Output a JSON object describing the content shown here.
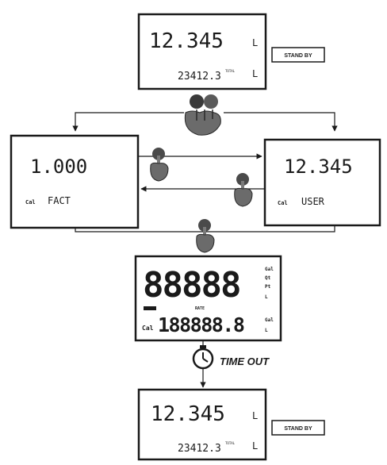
{
  "standby_top": {
    "main_value": "12.345",
    "main_unit": "L",
    "total_value": "23412.3",
    "total_marker": "TOTAL",
    "total_unit": "L",
    "badge": "STAND BY"
  },
  "fact_panel": {
    "value": "1.000",
    "cal_label": "Cal",
    "mode_label": "FACT"
  },
  "user_panel": {
    "value": "12.345",
    "cal_label": "Cal",
    "mode_label": "USER"
  },
  "segment_test": {
    "main_digits": "88888",
    "cal_label": "Cal",
    "small_digits": "188888.8",
    "center_marker": "RATE",
    "right_marks": [
      "Gal",
      "Qt",
      "Pt",
      "L"
    ],
    "lower_right_marks": [
      "Gal",
      "L"
    ]
  },
  "timeout": {
    "label": "TIME OUT",
    "icon": "stopwatch-icon"
  },
  "standby_bottom": {
    "main_value": "12.345",
    "main_unit": "L",
    "total_value": "23412.3",
    "total_marker": "TOTAL",
    "total_unit": "L",
    "badge": "STAND BY"
  },
  "icons": {
    "both_keys": "two-buttons-press-icon",
    "key_press": "finger-press-icon"
  },
  "colors": {
    "ink": "#1a1a1a",
    "hand": "#6b6b6b",
    "paper": "#ffffff"
  }
}
